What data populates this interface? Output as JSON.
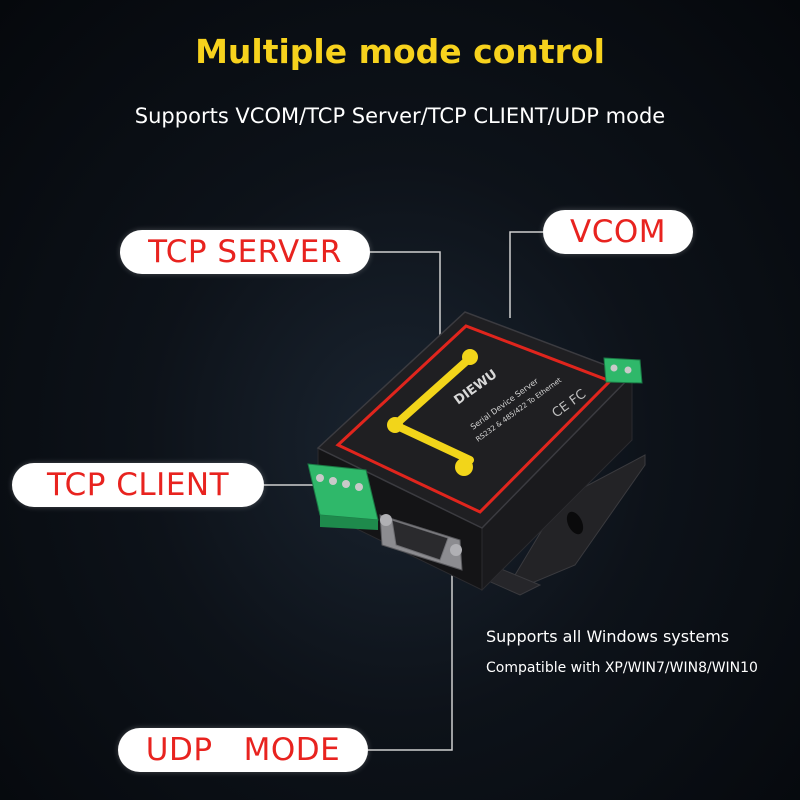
{
  "header": {
    "title": "Multiple mode control",
    "subtitle": "Supports VCOM/TCP Server/TCP CLIENT/UDP mode"
  },
  "labels": {
    "tcp_server": "TCP SERVER",
    "vcom": "VCOM",
    "tcp_client": "TCP CLIENT",
    "udp_mode": "UDP   MODE"
  },
  "info": {
    "line1": "Supports all Windows systems",
    "line2": "Compatible with XP/WIN7/WIN8/WIN10"
  },
  "device": {
    "brand": "DIEWU",
    "line1": "Serial Device Server",
    "line2": "RS232 & 485/422 To Ethernet"
  },
  "colors": {
    "title": "#f7d21d",
    "label_text": "#e8231f",
    "pill_bg": "#ffffff",
    "connector_line": "#cccccc",
    "device_body": "#1c1c1e",
    "device_border": "#e0251d",
    "mode_marker": "#f2d51a",
    "terminal_green": "#2fb86a"
  }
}
